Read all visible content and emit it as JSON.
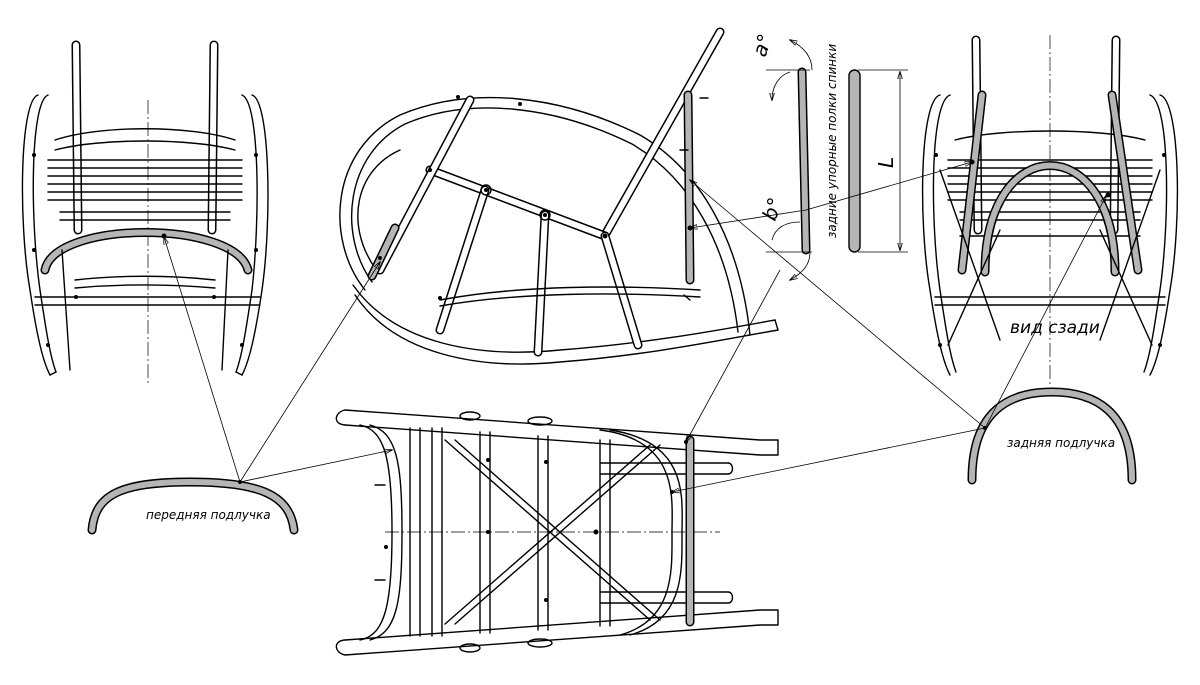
{
  "labels": {
    "front_bow": "передняя подлучка",
    "rear_bow": "задняя подлучка",
    "rear_view": "вид сзади",
    "back_slats": "задние упорные полки спинки",
    "length_symbol": "L",
    "angle_a": "a°",
    "angle_b": "b°"
  },
  "colors": {
    "line": "#000000",
    "highlight": "#b5b5b5",
    "background": "#ffffff"
  }
}
